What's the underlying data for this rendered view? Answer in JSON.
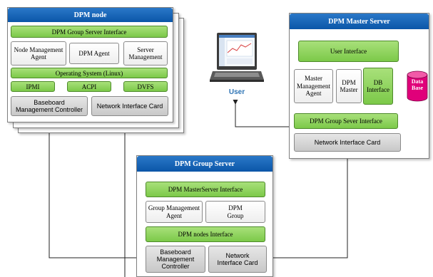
{
  "dpm_node": {
    "title": "DPM node",
    "group_server_interface": "DPM Group Server Interface",
    "node_management_agent": "Node Management\nAgent",
    "dpm_agent": "DPM Agent",
    "server_management": "Server\nManagement",
    "operating_system": "Operating System (Linux)",
    "ipmi": "IPMI",
    "acpi": "ACPI",
    "dvfs": "DVFS",
    "bmc": "Baseboard\nManagement Controller",
    "nic": "Network Interface Card"
  },
  "master_server": {
    "title": "DPM Master Server",
    "user_interface": "User Interface",
    "master_management_agent": "Master\nManagement\nAgent",
    "dpm_master": "DPM\nMaster",
    "db_interface": "DB\nInterface",
    "database": "Data\nBase",
    "group_server_interface": "DPM Group Sever Interface",
    "nic": "Network Interface Card"
  },
  "user": {
    "label": "User"
  },
  "group_server": {
    "title": "DPM Group Server",
    "master_server_interface": "DPM MasterServer Interface",
    "group_management_agent": "Group Management\nAgent",
    "dpm_group": "DPM\nGroup",
    "nodes_interface": "DPM nodes Interface",
    "bmc": "Baseboard\nManagement\nController",
    "nic": "Network\nInterface Card"
  },
  "colors": {
    "header_blue": "#0b56a8",
    "module_green": "#7cc949",
    "user_label": "#2e74b5",
    "database": "#e0007a"
  }
}
